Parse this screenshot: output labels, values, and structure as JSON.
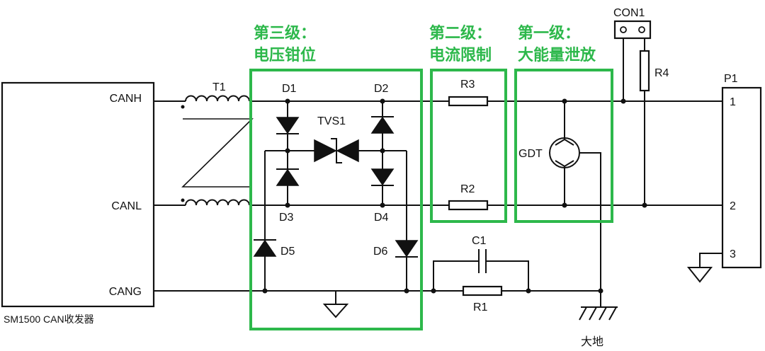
{
  "transceiver": {
    "label": "SM1500 CAN收发器",
    "pins": [
      "CANH",
      "CANL",
      "CANG"
    ]
  },
  "components": {
    "t1": "T1",
    "d1": "D1",
    "d2": "D2",
    "d3": "D3",
    "d4": "D4",
    "d5": "D5",
    "d6": "D6",
    "tvs1": "TVS1",
    "r1": "R1",
    "r2": "R2",
    "r3": "R3",
    "r4": "R4",
    "c1": "C1",
    "gdt": "GDT",
    "con1": "CON1",
    "p1": "P1",
    "earth": "大地"
  },
  "p1_pins": [
    "1",
    "2",
    "3"
  ],
  "stages": {
    "third": {
      "line1": "第三级：",
      "line2": "电压钳位"
    },
    "second": {
      "line1": "第二级：",
      "line2": "电流限制"
    },
    "first": {
      "line1": "第一级：",
      "line2": "大能量泄放"
    }
  },
  "colors": {
    "stage_frame": "#2db84b",
    "wire": "#111111"
  }
}
